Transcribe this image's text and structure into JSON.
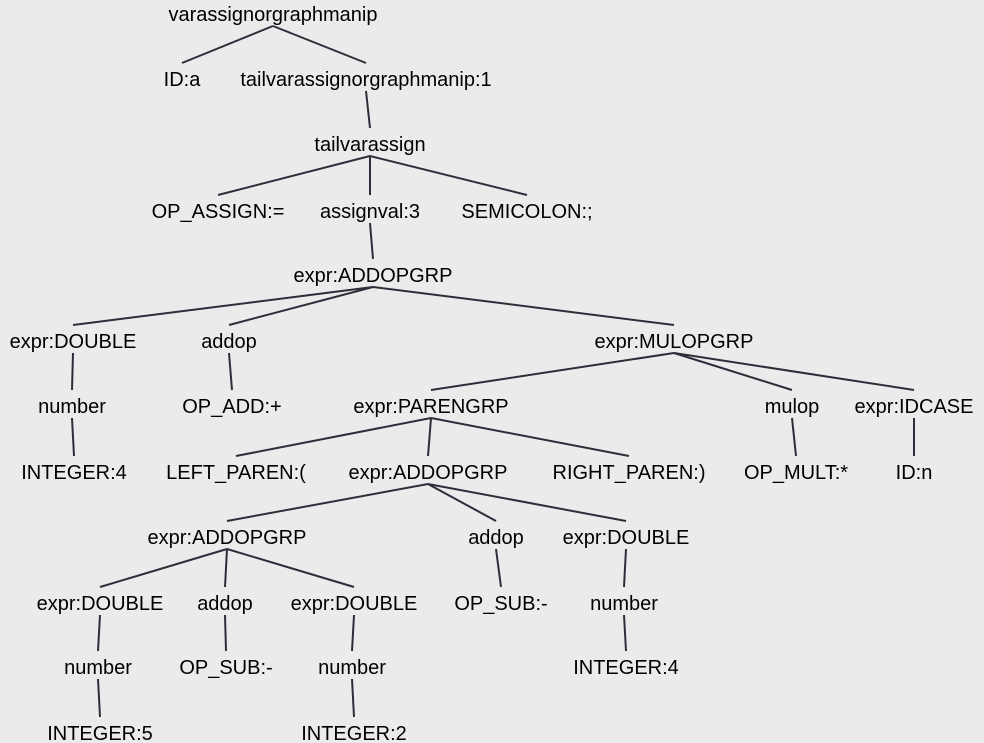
{
  "diagram": {
    "type": "parse-tree",
    "colors": {
      "background": "#ebebeb",
      "edge": "#2e2e3a",
      "text": "#000000"
    },
    "nodes": [
      {
        "id": "n0",
        "label": "varassignorgraphmanip"
      },
      {
        "id": "n1",
        "label": "ID:a"
      },
      {
        "id": "n2",
        "label": "tailvarassignorgraphmanip:1"
      },
      {
        "id": "n3",
        "label": "tailvarassign"
      },
      {
        "id": "n4",
        "label": "OP_ASSIGN:="
      },
      {
        "id": "n5",
        "label": "assignval:3"
      },
      {
        "id": "n6",
        "label": "SEMICOLON:;"
      },
      {
        "id": "n7",
        "label": "expr:ADDOPGRP"
      },
      {
        "id": "n8",
        "label": "expr:DOUBLE"
      },
      {
        "id": "n9",
        "label": "addop"
      },
      {
        "id": "n10",
        "label": "expr:MULOPGRP"
      },
      {
        "id": "n11",
        "label": "number"
      },
      {
        "id": "n12",
        "label": "OP_ADD:+"
      },
      {
        "id": "n13",
        "label": "expr:PARENGRP"
      },
      {
        "id": "n14",
        "label": "mulop"
      },
      {
        "id": "n15",
        "label": "expr:IDCASE"
      },
      {
        "id": "n16",
        "label": "INTEGER:4"
      },
      {
        "id": "n17",
        "label": "LEFT_PAREN:("
      },
      {
        "id": "n18",
        "label": "expr:ADDOPGRP"
      },
      {
        "id": "n19",
        "label": "RIGHT_PAREN:)"
      },
      {
        "id": "n20",
        "label": "OP_MULT:*"
      },
      {
        "id": "n21",
        "label": "ID:n"
      },
      {
        "id": "n22",
        "label": "expr:ADDOPGRP"
      },
      {
        "id": "n23",
        "label": "addop"
      },
      {
        "id": "n24",
        "label": "expr:DOUBLE"
      },
      {
        "id": "n25",
        "label": "expr:DOUBLE"
      },
      {
        "id": "n26",
        "label": "addop"
      },
      {
        "id": "n27",
        "label": "expr:DOUBLE"
      },
      {
        "id": "n28",
        "label": "OP_SUB:-"
      },
      {
        "id": "n29",
        "label": "number"
      },
      {
        "id": "n30",
        "label": "number"
      },
      {
        "id": "n31",
        "label": "OP_SUB:-"
      },
      {
        "id": "n32",
        "label": "number"
      },
      {
        "id": "n33",
        "label": "INTEGER:4"
      },
      {
        "id": "n34",
        "label": "INTEGER:5"
      },
      {
        "id": "n35",
        "label": "INTEGER:2"
      }
    ],
    "edges": [
      [
        "n0",
        "n1"
      ],
      [
        "n0",
        "n2"
      ],
      [
        "n2",
        "n3"
      ],
      [
        "n3",
        "n4"
      ],
      [
        "n3",
        "n5"
      ],
      [
        "n3",
        "n6"
      ],
      [
        "n5",
        "n7"
      ],
      [
        "n7",
        "n8"
      ],
      [
        "n7",
        "n9"
      ],
      [
        "n7",
        "n10"
      ],
      [
        "n8",
        "n11"
      ],
      [
        "n9",
        "n12"
      ],
      [
        "n10",
        "n13"
      ],
      [
        "n10",
        "n14"
      ],
      [
        "n10",
        "n15"
      ],
      [
        "n11",
        "n16"
      ],
      [
        "n13",
        "n17"
      ],
      [
        "n13",
        "n18"
      ],
      [
        "n13",
        "n19"
      ],
      [
        "n14",
        "n20"
      ],
      [
        "n15",
        "n21"
      ],
      [
        "n18",
        "n22"
      ],
      [
        "n18",
        "n23"
      ],
      [
        "n18",
        "n24"
      ],
      [
        "n22",
        "n25"
      ],
      [
        "n22",
        "n26"
      ],
      [
        "n22",
        "n27"
      ],
      [
        "n23",
        "n28"
      ],
      [
        "n24",
        "n29"
      ],
      [
        "n25",
        "n30"
      ],
      [
        "n26",
        "n31"
      ],
      [
        "n27",
        "n32"
      ],
      [
        "n29",
        "n33"
      ],
      [
        "n30",
        "n34"
      ],
      [
        "n32",
        "n35"
      ]
    ]
  }
}
